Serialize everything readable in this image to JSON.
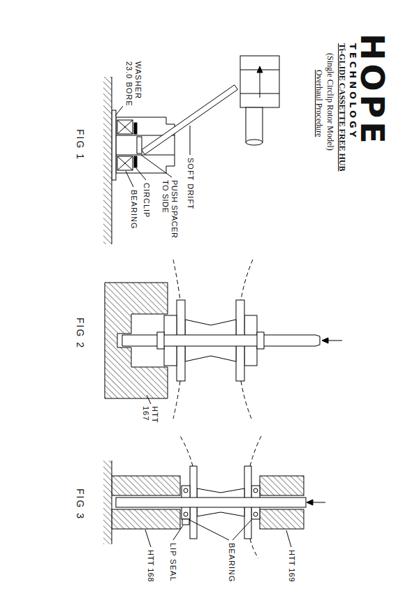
{
  "diagram": {
    "title": "Ti-GLIDE CASSETTE FREE HUB",
    "labels": [
      "HOPE",
      "TECHNOLOGY",
      "(Single Circlip Rotor Model)",
      "Overhaul Procedure",
      "SOFT DRIFT",
      "PUSH SPACER TO SIDE",
      "WASHER 23.0 BORE",
      "CIRCLIP",
      "BEARING",
      "FIG 1",
      "FIG 2",
      "HTT 167",
      "FIG 3",
      "HTT 169",
      "BEARING",
      "LIP SEAL",
      "HTT 168"
    ]
  }
}
